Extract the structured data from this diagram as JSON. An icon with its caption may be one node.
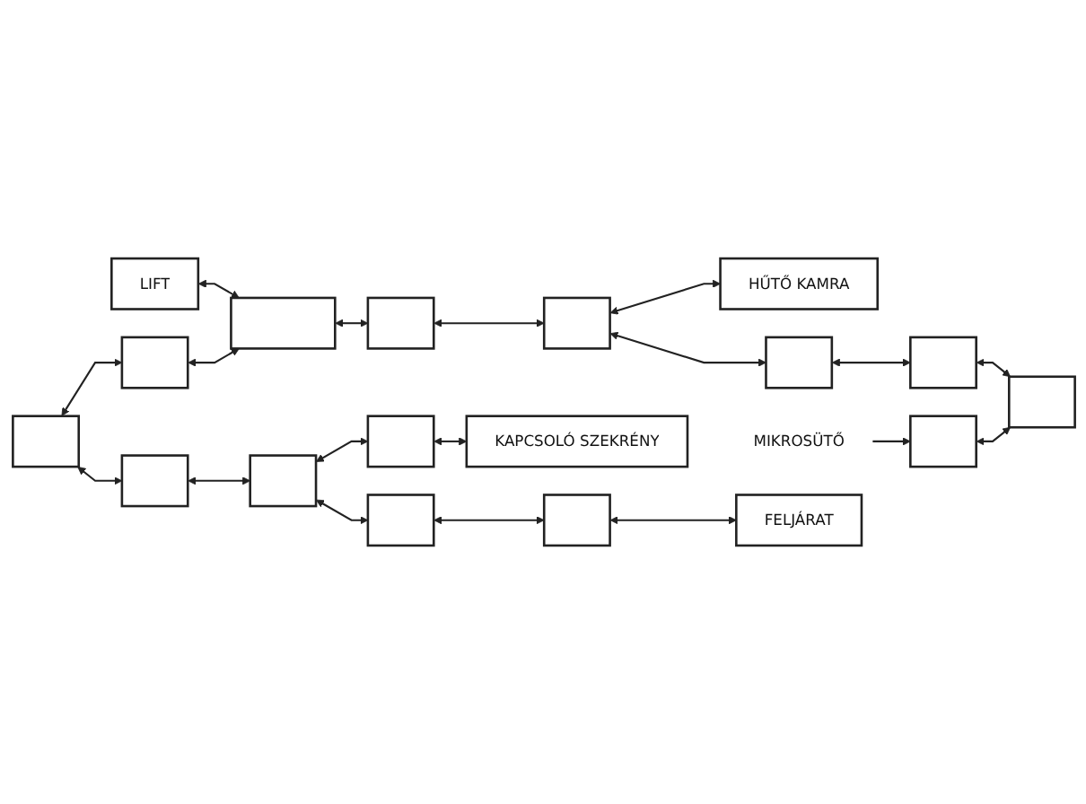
{
  "diagram": {
    "nodes": [
      {
        "text": [
          "LIFT"
        ]
      },
      {
        "text": [],
        "shape": "box"
      },
      {
        "text": [],
        "shape": "box"
      },
      {
        "text": [],
        "shape": "box"
      },
      {
        "text": [],
        "shape": "box"
      },
      {
        "text": [],
        "shape": "box"
      },
      {
        "text": [
          "HŰTŐ KAMRA"
        ]
      },
      {
        "text": [],
        "shape": "box"
      },
      {
        "text": [],
        "shape": "box"
      },
      {
        "text": [],
        "shape": "box"
      },
      {
        "text": [],
        "shape": "box"
      },
      {
        "text": [
          "KAPCSOLÓ SZEKRÉNY"
        ]
      },
      {
        "text": [],
        "shape": "box"
      },
      {
        "text": [],
        "shape": "box"
      },
      {
        "text": [],
        "shape": "box"
      },
      {
        "text": [],
        "shape": "box"
      },
      {
        "text": [
          "MIKROSÜTŐ"
        ]
      },
      {
        "text": [],
        "shape": "box"
      },
      {
        "text": [
          "FELJÁRAT"
        ]
      }
    ],
    "edges": [
      {
        "from": 0,
        "to": 3,
        "arrow": "both"
      },
      {
        "from": 1,
        "to": 2,
        "arrow": "both"
      },
      {
        "from": 2,
        "to": 3,
        "arrow": "both"
      },
      {
        "from": 3,
        "to": 4,
        "arrow": "both"
      },
      {
        "from": 4,
        "to": 5,
        "arrow": "both"
      },
      {
        "from": 5,
        "to": 6,
        "arrow": "both"
      },
      {
        "from": 1,
        "to": 7,
        "arrow": "both"
      },
      {
        "from": 7,
        "to": 9,
        "arrow": "both"
      },
      {
        "from": 9,
        "to": 10,
        "arrow": "both"
      },
      {
        "from": 10,
        "to": 11,
        "arrow": "both"
      },
      {
        "from": 9,
        "to": 15,
        "arrow": "both"
      },
      {
        "from": 15,
        "to": 17,
        "arrow": "both"
      },
      {
        "from": 17,
        "to": 18,
        "arrow": "both"
      },
      {
        "from": 5,
        "to": 8,
        "arrow": "both"
      },
      {
        "from": 8,
        "to": 12,
        "arrow": "both"
      },
      {
        "from": 12,
        "to": 14,
        "arrow": "both"
      },
      {
        "from": 13,
        "to": 14,
        "arrow": "both"
      },
      {
        "from": 16,
        "to": 13,
        "arrow": "to"
      }
    ]
  }
}
